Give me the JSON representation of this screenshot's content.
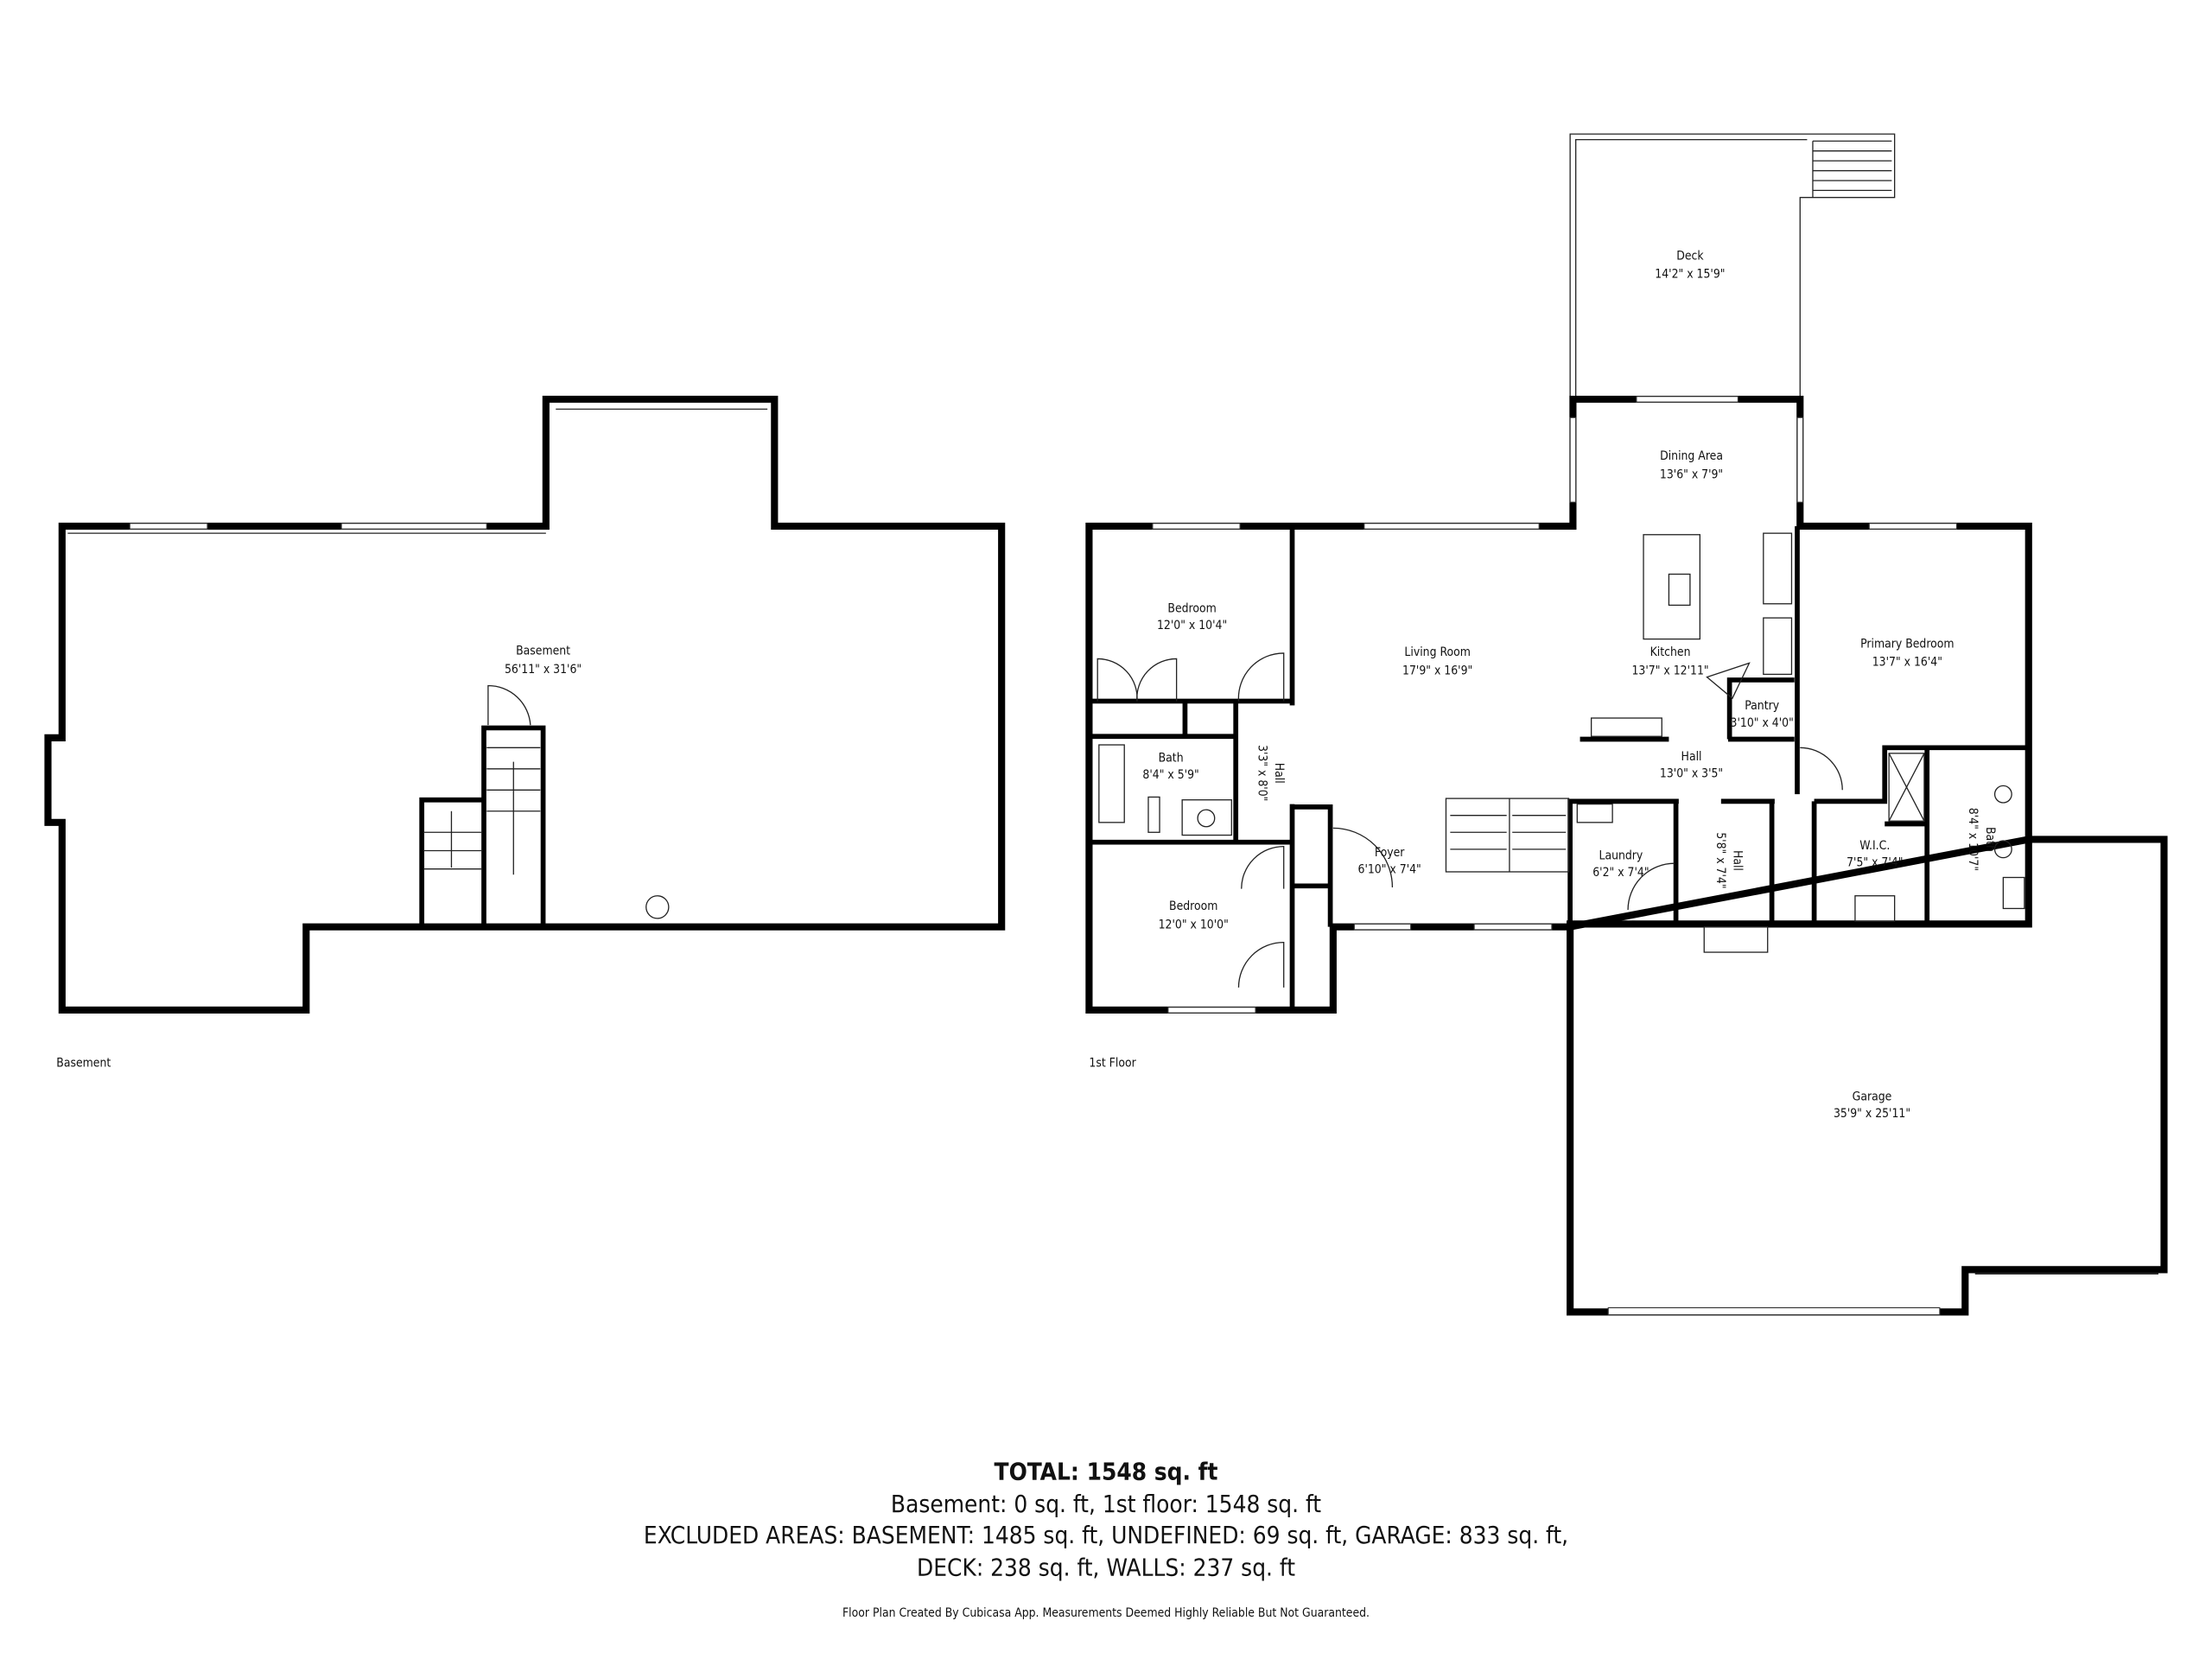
{
  "floors": {
    "basement": {
      "label": "Basement",
      "rooms": [
        {
          "name": "Basement",
          "dims": "56'11\" x 31'6\""
        }
      ]
    },
    "first": {
      "label": "1st Floor",
      "rooms": [
        {
          "name": "Deck",
          "dims": "14'2\" x 15'9\""
        },
        {
          "name": "Dining Area",
          "dims": "13'6\" x 7'9\""
        },
        {
          "name": "Bedroom",
          "dims": "12'0\" x 10'4\""
        },
        {
          "name": "Living Room",
          "dims": "17'9\" x 16'9\""
        },
        {
          "name": "Kitchen",
          "dims": "13'7\" x 12'11\""
        },
        {
          "name": "Primary Bedroom",
          "dims": "13'7\" x 16'4\""
        },
        {
          "name": "Pantry",
          "dims": "3'10\" x 4'0\""
        },
        {
          "name": "Hall",
          "dims": "13'0\" x 3'5\""
        },
        {
          "name": "Bath",
          "dims": "8'4\" x 5'9\""
        },
        {
          "name": "Hall",
          "dims": "3'3\" x 8'0\""
        },
        {
          "name": "Bath",
          "dims": "8'4\" x 10'7\""
        },
        {
          "name": "Foyer",
          "dims": "6'10\" x 7'4\""
        },
        {
          "name": "Laundry",
          "dims": "6'2\" x 7'4\""
        },
        {
          "name": "Hall",
          "dims": "5'8\" x 7'4\""
        },
        {
          "name": "W.I.C.",
          "dims": "7'5\" x 7'4\""
        },
        {
          "name": "Bedroom",
          "dims": "12'0\" x 10'0\""
        },
        {
          "name": "Garage",
          "dims": "35'9\" x 25'11\""
        }
      ]
    }
  },
  "summary": {
    "total": "TOTAL: 1548 sq. ft",
    "by_floor": "Basement: 0 sq. ft, 1st floor: 1548 sq. ft",
    "excluded_1": "EXCLUDED AREAS: BASEMENT: 1485 sq. ft, UNDEFINED: 69 sq. ft, GARAGE: 833 sq. ft,",
    "excluded_2": "DECK: 238 sq. ft, WALLS: 237 sq. ft",
    "disclaimer": "Floor Plan Created By Cubicasa App. Measurements Deemed Highly Reliable But Not Guaranteed."
  }
}
